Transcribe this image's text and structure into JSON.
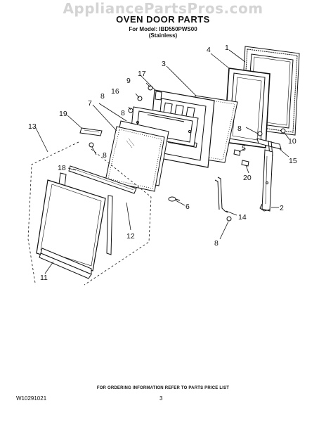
{
  "watermark": "AppliancePartsPros.com",
  "header": {
    "title": "OVEN DOOR PARTS",
    "model": "For Model: IBD550PWS00",
    "variant": "(Stainless)"
  },
  "callouts": [
    "1",
    "2",
    "3",
    "4",
    "5",
    "6",
    "7",
    "8",
    "8",
    "8",
    "8",
    "8",
    "9",
    "10",
    "11",
    "12",
    "13",
    "14",
    "15",
    "16",
    "17",
    "18",
    "19",
    "20"
  ],
  "footer": {
    "note": "FOR ORDERING INFORMATION REFER TO PARTS PRICE LIST",
    "doc_id": "W10291021",
    "page": "3"
  }
}
